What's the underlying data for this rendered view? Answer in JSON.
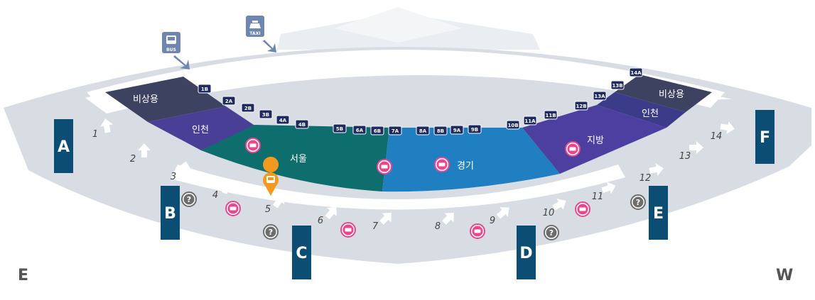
{
  "compass": {
    "east": "E",
    "west": "W"
  },
  "transport": {
    "bus": "BUS",
    "taxi": "TAXI"
  },
  "zones": {
    "emergency_left": "비상용",
    "incheon_left": "인천",
    "seoul": "서울",
    "gyeonggi": "경기",
    "jibang": "지방",
    "incheon_right": "인천",
    "emergency_right": "비상용"
  },
  "colors": {
    "emergency": "#3d4260",
    "incheon": "#4a3f96",
    "seoul": "#0e6e6e",
    "gyeonggi": "#1f7fc1",
    "jibang": "#4d3fa0",
    "door": "#0c4d73",
    "ticket": "#e8478f",
    "info": "#6d6d6d",
    "marker": "#f29a1d",
    "walkway": "#d8dce3"
  },
  "bays": [
    "1B",
    "2A",
    "2B",
    "3B",
    "4A",
    "4B",
    "5B",
    "6A",
    "6B",
    "7A",
    "8A",
    "8B",
    "9A",
    "9B",
    "10B",
    "11A",
    "11B",
    "12B",
    "13A",
    "13B",
    "14A"
  ],
  "doors": [
    "A",
    "B",
    "C",
    "D",
    "E",
    "F"
  ],
  "exits": [
    "1",
    "2",
    "3",
    "4",
    "5",
    "6",
    "7",
    "8",
    "9",
    "10",
    "11",
    "12",
    "13",
    "14"
  ]
}
